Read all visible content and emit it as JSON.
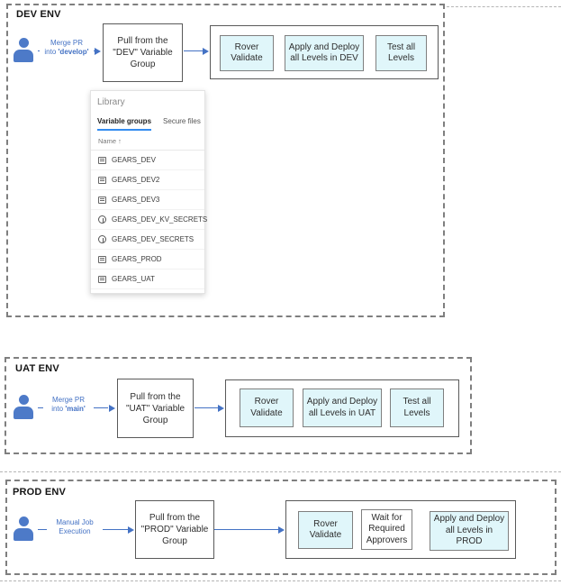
{
  "colors": {
    "accent_blue": "#4472C4",
    "step_fill_cyan": "#e0f6fa",
    "box_border": "#595959",
    "env_dash_gray": "#7f7f7f",
    "tab_underline_blue": "#338CF0"
  },
  "sections": [
    {
      "title": "DEV ENV",
      "trigger": {
        "line1": "Merge PR",
        "line2_prefix": "into ",
        "line2_bold": "'develop'"
      },
      "pull_box": {
        "line1": "Pull from the",
        "line2": "\"DEV\" Variable",
        "line3": "Group"
      },
      "steps": [
        {
          "label": "Rover Validate",
          "highlighted": true
        },
        {
          "label": "Apply and Deploy all Levels in DEV",
          "highlighted": true
        },
        {
          "label": "Test all Levels",
          "highlighted": true
        }
      ]
    },
    {
      "title": "UAT ENV",
      "trigger": {
        "line1": "Merge PR",
        "line2_prefix": "into ",
        "line2_bold": "'main'"
      },
      "pull_box": {
        "line1": "Pull from the",
        "line2": "\"UAT\" Variable",
        "line3": "Group"
      },
      "steps": [
        {
          "label": "Rover Validate",
          "highlighted": true
        },
        {
          "label": "Apply and Deploy all Levels in UAT",
          "highlighted": true
        },
        {
          "label": "Test all Levels",
          "highlighted": true
        }
      ]
    },
    {
      "title": "PROD ENV",
      "trigger": {
        "line1": "Manual Job",
        "line2_prefix": "Execution",
        "line2_bold": ""
      },
      "pull_box": {
        "line1": "Pull from the",
        "line2": "\"PROD\" Variable",
        "line3": "Group"
      },
      "steps": [
        {
          "label": "Rover Validate",
          "highlighted": true
        },
        {
          "label": "Wait for Required Approvers",
          "highlighted": false
        },
        {
          "label": "Apply and Deploy all Levels in PROD",
          "highlighted": true
        }
      ]
    }
  ],
  "library": {
    "title": "Library",
    "tabs": [
      {
        "label": "Variable groups",
        "active": true
      },
      {
        "label": "Secure files",
        "active": false
      }
    ],
    "column_header": "Name",
    "sort_indicator": "↑",
    "rows": [
      {
        "name": "GEARS_DEV",
        "icon": "variable-group-icon"
      },
      {
        "name": "GEARS_DEV2",
        "icon": "variable-group-icon"
      },
      {
        "name": "GEARS_DEV3",
        "icon": "variable-group-icon"
      },
      {
        "name": "GEARS_DEV_KV_SECRETS",
        "icon": "key-vault-icon"
      },
      {
        "name": "GEARS_DEV_SECRETS",
        "icon": "key-vault-icon"
      },
      {
        "name": "GEARS_PROD",
        "icon": "variable-group-icon"
      },
      {
        "name": "GEARS_UAT",
        "icon": "variable-group-icon"
      }
    ]
  }
}
